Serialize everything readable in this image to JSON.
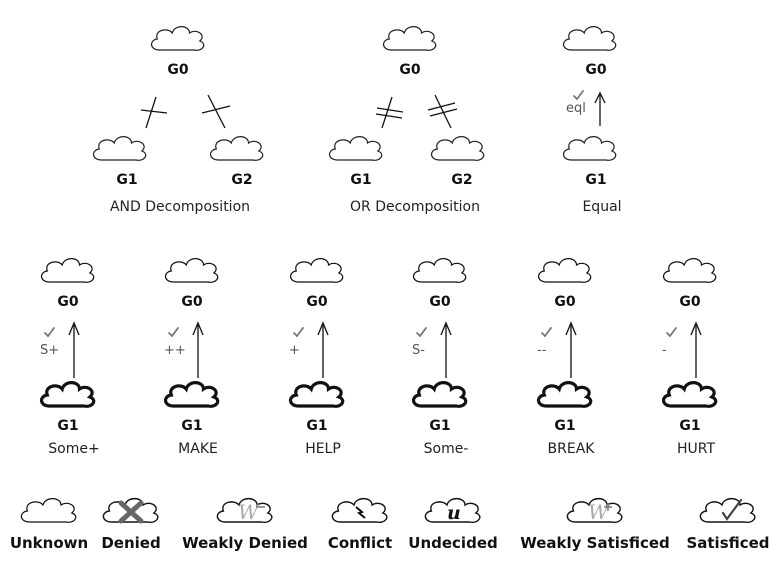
{
  "decompositions": {
    "and": {
      "goal": "G0",
      "children": [
        "G1",
        "G2"
      ],
      "caption": "AND Decomposition"
    },
    "or": {
      "goal": "G0",
      "children": [
        "G1",
        "G2"
      ],
      "caption": "OR Decomposition"
    },
    "equal": {
      "goal": "G0",
      "child": "G1",
      "caption": "Equal",
      "label": "eql"
    }
  },
  "contributions": [
    {
      "goal": "G0",
      "child": "G1",
      "caption": "Some+",
      "label": "S+"
    },
    {
      "goal": "G0",
      "child": "G1",
      "caption": "MAKE",
      "label": "++"
    },
    {
      "goal": "G0",
      "child": "G1",
      "caption": "HELP",
      "label": "+"
    },
    {
      "goal": "G0",
      "child": "G1",
      "caption": "Some-",
      "label": "S-"
    },
    {
      "goal": "G0",
      "child": "G1",
      "caption": "BREAK",
      "label": "--"
    },
    {
      "goal": "G0",
      "child": "G1",
      "caption": "HURT",
      "label": "-"
    }
  ],
  "legend": [
    {
      "label": "Unknown",
      "state": "unknown"
    },
    {
      "label": "Denied",
      "state": "denied"
    },
    {
      "label": "Weakly Denied",
      "state": "weakly-denied"
    },
    {
      "label": "Conflict",
      "state": "conflict"
    },
    {
      "label": "Undecided",
      "state": "undecided"
    },
    {
      "label": "Weakly Satisficed",
      "state": "weakly-satisficed"
    },
    {
      "label": "Satisficed",
      "state": "satisficed"
    }
  ],
  "colors": {
    "ink": "#111111",
    "muted": "#777777",
    "background": "#ffffff"
  }
}
